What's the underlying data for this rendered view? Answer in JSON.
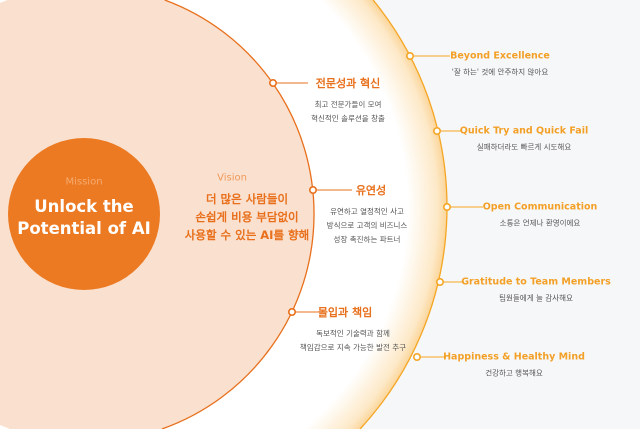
{
  "mission": {
    "label": "Mission",
    "title_lines": [
      "Unlock the",
      "Potential of AI"
    ]
  },
  "vision": {
    "label": "Vision",
    "lines": [
      "더 많은 사람들이",
      "손쉽게 비용 부담없이",
      "사용할 수 있는 AI를 향해"
    ]
  },
  "values": [
    {
      "title": "전문성과 혁신",
      "desc": [
        "최고 전문가들이 모여",
        "혁신적인 솔루션을 창출"
      ]
    },
    {
      "title": "유연성",
      "desc": [
        "유연하고 열정적인 사고",
        "방식으로 고객의 비즈니스",
        "성장 촉진하는 파트너"
      ]
    },
    {
      "title": "몰입과 책임",
      "desc": [
        "독보적인 기술력과 함께",
        "책임감으로 지속 가능한 발전 추구"
      ]
    }
  ],
  "culture": [
    {
      "title": "Beyond Excellence",
      "desc": "'잘 하는' 것에 안주하지 않아요"
    },
    {
      "title": "Quick Try and Quick Fail",
      "desc": "실패하더라도 빠르게 시도해요"
    },
    {
      "title": "Open Communication",
      "desc": "소통은 언제나 환영이에요"
    },
    {
      "title": "Gratitude to Team Members",
      "desc": "팀원들에게 늘 감사해요"
    },
    {
      "title": "Happiness & Healthy Mind",
      "desc": "건강하고 행복해요"
    }
  ],
  "colors": {
    "orange": "#ec7a22",
    "peach": "#fae0cf",
    "yellow": "#f5a623",
    "bg": "#f6f7f9"
  }
}
